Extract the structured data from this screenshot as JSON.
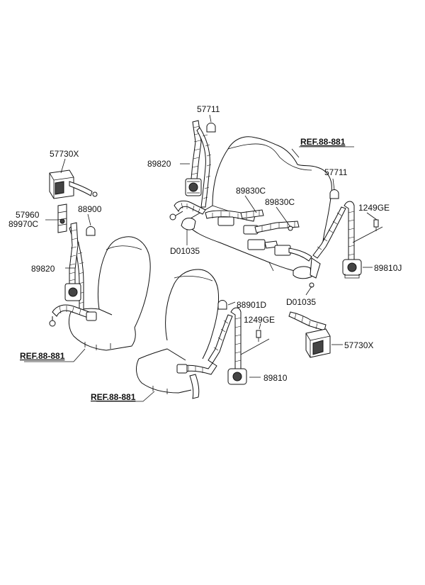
{
  "diagram": {
    "labels": {
      "p57711_top": "57711",
      "p89820_center": "89820",
      "ref_rear": "REF.88-881",
      "p57711_right": "57711",
      "p57730x_top": "57730X",
      "p89830c_a": "89830C",
      "p89830c_b": "89830C",
      "p1249ge_right": "1249GE",
      "p57960": "57960",
      "p89970c": "89970C",
      "p88900": "88900",
      "pd01035_left": "D01035",
      "p89810j": "89810J",
      "p89820_left": "89820",
      "pd01035_right": "D01035",
      "p88901d": "88901D",
      "p1249ge_center": "1249GE",
      "ref_left": "REF.88-881",
      "p57730x_bottom": "57730X",
      "p89810": "89810",
      "ref_bottom": "REF.88-881"
    }
  }
}
